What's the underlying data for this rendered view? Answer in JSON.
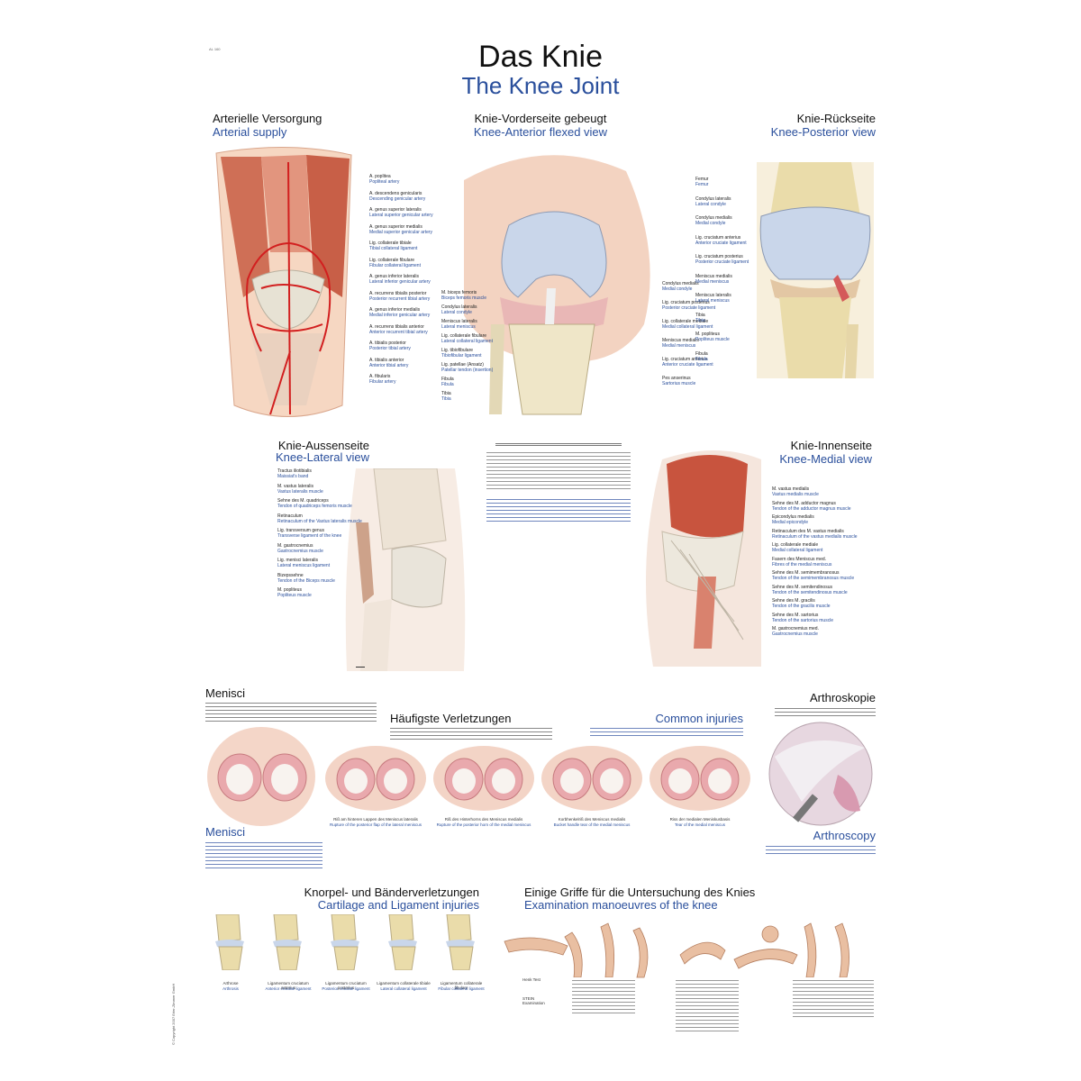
{
  "header": {
    "title_de": "Das Knie",
    "title_en": "The Knee Joint",
    "code": "AL 160"
  },
  "copyright": "© Copyright 2007 Erler-Zimmer GmbH",
  "sections": {
    "arterial": {
      "title_de": "Arterielle Versorgung",
      "title_en": "Arterial supply",
      "labels": [
        {
          "de": "A. poplitea",
          "en": "Popliteal artery"
        },
        {
          "de": "A. descendens genicularis",
          "en": "Descending genicular artery"
        },
        {
          "de": "A. genus superior lateralis",
          "en": "Lateral superior genicular artery"
        },
        {
          "de": "A. genus superior medialis",
          "en": "Medial superior genicular artery"
        },
        {
          "de": "Lig. collaterale tibiale",
          "en": "Tibial collateral ligament"
        },
        {
          "de": "Lig. collaterale fibulare",
          "en": "Fibular collateral ligament"
        },
        {
          "de": "A. genus inferior lateralis",
          "en": "Lateral inferior genicular artery"
        },
        {
          "de": "A. recurrens tibialis posterior",
          "en": "Posterior recurrent tibial artery"
        },
        {
          "de": "A. genus inferior medialis",
          "en": "Medial inferior genicular artery"
        },
        {
          "de": "A. recurrens tibialis anterior",
          "en": "Anterior recurrent tibial artery"
        },
        {
          "de": "A. tibialis posterior",
          "en": "Posterior tibial artery"
        },
        {
          "de": "A. tibialis anterior",
          "en": "Anterior tibial artery"
        },
        {
          "de": "A. fibularis",
          "en": "Fibular artery"
        }
      ]
    },
    "anterior": {
      "title_de": "Knie-Vorderseite gebeugt",
      "title_en": "Knee-Anterior flexed view",
      "labels_left": [
        {
          "de": "M. biceps femoris",
          "en": "Biceps femoris muscle"
        },
        {
          "de": "Condylus lateralis",
          "en": "Lateral condyle"
        },
        {
          "de": "Meniscus lateralis",
          "en": "Lateral meniscus"
        },
        {
          "de": "Lig. collaterale fibulare",
          "en": "Lateral collateral ligament"
        },
        {
          "de": "Lig. tibiofibulare",
          "en": "Tibiofibular ligament"
        },
        {
          "de": "Lig. patellae (Ansatz)",
          "en": "Patellar tendon (insertion)"
        },
        {
          "de": "Fibula",
          "en": "Fibula"
        },
        {
          "de": "Tibia",
          "en": "Tibia"
        }
      ],
      "labels_right": [
        {
          "de": "Condylus medialis",
          "en": "Medial condyle"
        },
        {
          "de": "Lig. cruciatum posterius",
          "en": "Posterior cruciate ligament"
        },
        {
          "de": "Lig. collaterale mediale",
          "en": "Medial collateral ligament"
        },
        {
          "de": "Meniscus medialis",
          "en": "Medial meniscus"
        },
        {
          "de": "Lig. cruciatum anterius",
          "en": "Anterior cruciate ligament"
        },
        {
          "de": "Pes anserinus",
          "en": "Sartorius muscle"
        }
      ]
    },
    "posterior": {
      "title_de": "Knie-Rückseite",
      "title_en": "Knee-Posterior view",
      "labels": [
        {
          "de": "Femur",
          "en": "Femur"
        },
        {
          "de": "Condylus lateralis",
          "en": "Lateral condyle"
        },
        {
          "de": "Condylus medialis",
          "en": "Medial condyle"
        },
        {
          "de": "Lig. cruciatum anterius",
          "en": "Anterior cruciate ligament"
        },
        {
          "de": "Lig. cruciatum posterius",
          "en": "Posterior cruciate ligament"
        },
        {
          "de": "Meniscus medialis",
          "en": "Medial meniscus"
        },
        {
          "de": "Meniscus lateralis",
          "en": "Lateral meniscus"
        },
        {
          "de": "Tibia",
          "en": "Tibia"
        },
        {
          "de": "M. popliteus",
          "en": "Popliteus muscle"
        },
        {
          "de": "Fibula",
          "en": "Fibula"
        }
      ]
    },
    "lateral": {
      "title_de": "Knie-Aussenseite",
      "title_en": "Knee-Lateral view",
      "labels": [
        {
          "de": "Tractus iliotibialis",
          "en": "Maissiat's band"
        },
        {
          "de": "M. vastus lateralis",
          "en": "Vastus lateralis muscle"
        },
        {
          "de": "Sehne des M. quadriceps",
          "en": "Tendon of quadriceps femoris muscle"
        },
        {
          "de": "Retinaculum",
          "en": "Retinaculum of the Vastus lateralis muscle"
        },
        {
          "de": "Lig. transversum genus",
          "en": "Transverse ligament of the knee"
        },
        {
          "de": "M. gastrocnemius",
          "en": "Gastrocnemius muscle"
        },
        {
          "de": "Lig. menisci lateralis",
          "en": "Lateral meniscus ligament"
        },
        {
          "de": "Bizepssehne",
          "en": "Tendon of the Biceps muscle"
        },
        {
          "de": "M. popliteus",
          "en": "Popliteus muscle"
        }
      ]
    },
    "medial": {
      "title_de": "Knie-Innenseite",
      "title_en": "Knee-Medial view",
      "labels": [
        {
          "de": "M. vastus medialis",
          "en": "Vastus medialis muscle"
        },
        {
          "de": "Sehne des M. adductor magnus",
          "en": "Tendon of the adductor magnus muscle"
        },
        {
          "de": "Epicondylus medialis",
          "en": "Medial epicondyle"
        },
        {
          "de": "Retinaculum des M. vastus medialis",
          "en": "Retinaculum of the vastus medialis muscle"
        },
        {
          "de": "Lig. collaterale mediale",
          "en": "Medial collateral ligament"
        },
        {
          "de": "Fasern des Meniscus med.",
          "en": "Fibres of the medial meniscus"
        },
        {
          "de": "Sehne des M. semimembranosus",
          "en": "Tendon of the semimembranosus muscle"
        },
        {
          "de": "Sehne des M. semitendinosus",
          "en": "Tendon of the semitendinosus muscle"
        },
        {
          "de": "Sehne des M. gracilis",
          "en": "Tendon of the gracilis muscle"
        },
        {
          "de": "Sehne des M. sartorius",
          "en": "Tendon of the sartorius muscle"
        },
        {
          "de": "M. gastrocnemius med.",
          "en": "Gastrocnemius muscle"
        }
      ]
    },
    "menisci": {
      "title_de": "Menisci",
      "title_en": "Menisci"
    },
    "injuries": {
      "title_de": "Häufigste Verletzungen",
      "title_en": "Common injuries",
      "captions": [
        {
          "de": "Riß am hinteren Lappen des Meniscus lateralis",
          "en": "Rupture of the posterior flap of the lateral meniscus"
        },
        {
          "de": "Riß des Hinterhorns des Meniscus medialis",
          "en": "Rupture of the posterior horn of the medial meniscus"
        },
        {
          "de": "Korbhenkelriß des Meniscus medialis",
          "en": "Bucket handle tear of the medial meniscus"
        },
        {
          "de": "Riss der medialen Meniskusbasis",
          "en": "Tear of the medial meniscus"
        }
      ]
    },
    "arthroscopy": {
      "title_de": "Arthroskopie",
      "title_en": "Arthroscopy"
    },
    "cartilage": {
      "title_de": "Knorpel- und Bänderverletzungen",
      "title_en": "Cartilage and Ligament injuries",
      "captions": [
        {
          "de": "Arthrose",
          "en": "Arthrosis"
        },
        {
          "de": "Ligamentum cruciatum anterius",
          "en": "Anterior cruciate ligament"
        },
        {
          "de": "Ligamentum cruciatum posterius",
          "en": "Posterior cruciate ligament"
        },
        {
          "de": "Ligamentum collaterale tibiale",
          "en": "Lateral collateral ligament"
        },
        {
          "de": "Ligamentum collaterale fibulare",
          "en": "Fibular collateral ligament"
        }
      ]
    },
    "examination": {
      "title_de": "Einige Griffe für die Untersuchung des Knies",
      "title_en": "Examination manoeuvres of the knee",
      "captions": [
        "Henk Test",
        "STEIN Examination"
      ]
    }
  },
  "colors": {
    "title_blue": "#2a4f9c",
    "muscle_red": "#c8543e",
    "artery_red": "#d21f1f",
    "bone_cream": "#efe6c8",
    "cartilage_blue": "#c9d6ea",
    "meniscus_pink": "#e9b7b6"
  }
}
